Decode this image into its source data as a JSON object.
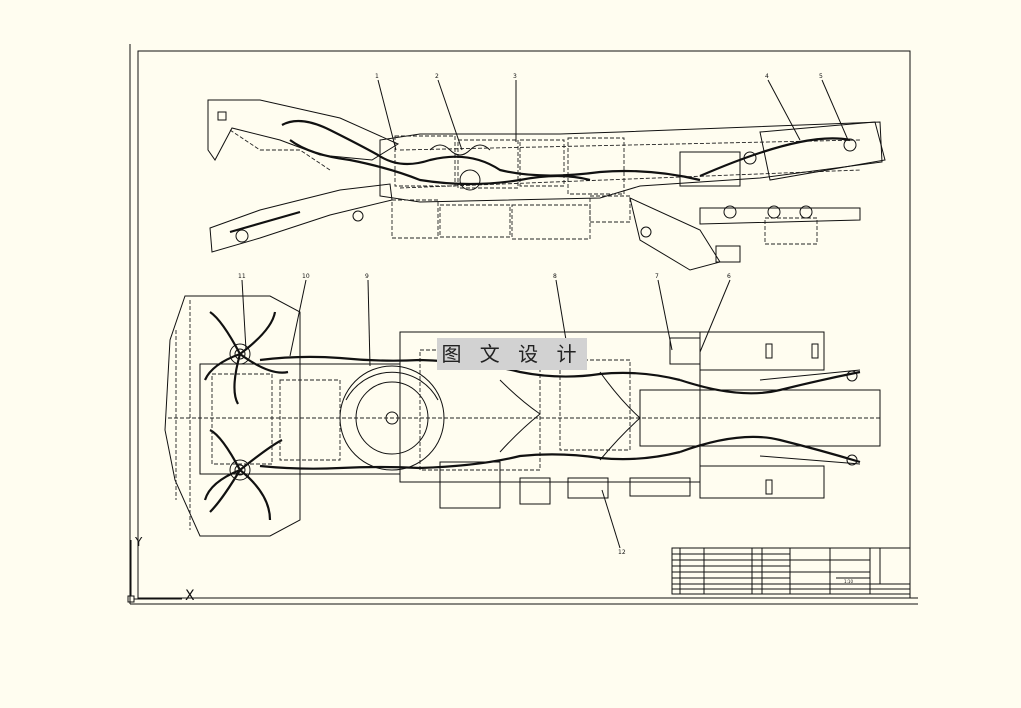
{
  "watermark": "图 文 设 计",
  "balloons": {
    "top": [
      "1",
      "2",
      "3",
      "4",
      "5"
    ],
    "bottom": [
      "11",
      "10",
      "9",
      "8",
      "7",
      "6"
    ],
    "lower": [
      "12"
    ]
  },
  "title_block": {
    "scale": "1:10"
  },
  "ucs_icon": {
    "y_label": "Y",
    "x_label": "X"
  }
}
